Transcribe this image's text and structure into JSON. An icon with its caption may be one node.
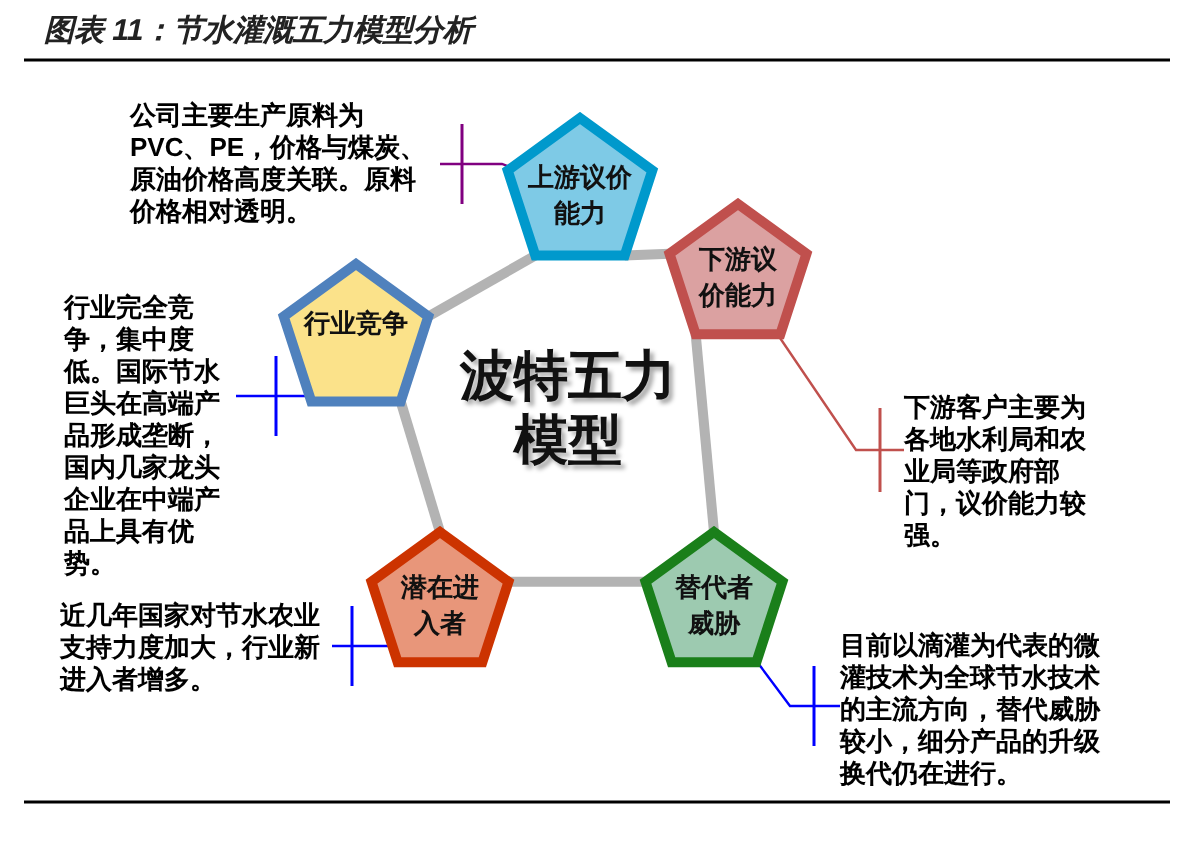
{
  "diagram": {
    "title": "图表 11：节水灌溉五力模型分析",
    "nodes": [
      {
        "text": [
          "上游议价能力"
        ]
      },
      {
        "text": [
          "下游议价能力"
        ]
      },
      {
        "text": [
          "替代者威胁"
        ]
      },
      {
        "text": [
          "潜在进入者"
        ]
      },
      {
        "text": [
          "行业竞争"
        ]
      },
      {
        "text": [
          "公司主要生产原料为PVC、PE，价格与煤炭、原油价格高度关联。原料价格相对透明。"
        ]
      },
      {
        "text": [
          "下游客户主要为各地水利局和农业局等政府部门，议价能力较强。"
        ]
      },
      {
        "text": [
          "目前以滴灌为代表的微灌技术为全球节水技术的主流方向，替代威胁较小，细分产品的升级换代仍在进行。"
        ]
      },
      {
        "text": [
          "近几年国家对节水农业支持力度加大，行业新进入者增多。"
        ]
      },
      {
        "text": [
          "行业完全竞争，集中度低。国际节水巨头在高端产品形成垄断，国内几家龙头企业在中端产品上具有优势。"
        ]
      }
    ],
    "edges": [
      {
        "from": 0,
        "to": 1,
        "arrow": "none",
        "style": "thick"
      },
      {
        "from": 1,
        "to": 2,
        "arrow": "none",
        "style": "thick"
      },
      {
        "from": 2,
        "to": 3,
        "arrow": "none",
        "style": "thick"
      },
      {
        "from": 3,
        "to": 4,
        "arrow": "none",
        "style": "thick"
      },
      {
        "from": 4,
        "to": 0,
        "arrow": "none",
        "style": "thick"
      },
      {
        "from": 5,
        "to": 0,
        "arrow": "none",
        "color": "#800080"
      },
      {
        "from": 6,
        "to": 1,
        "arrow": "none",
        "color": "#c0504d"
      },
      {
        "from": 7,
        "to": 2,
        "arrow": "none",
        "color": "#0000ff"
      },
      {
        "from": 8,
        "to": 3,
        "arrow": "none",
        "color": "#0000ff"
      },
      {
        "from": 9,
        "to": 4,
        "arrow": "none",
        "color": "#0000ff"
      }
    ],
    "labels": [
      "波特五力模型"
    ]
  }
}
